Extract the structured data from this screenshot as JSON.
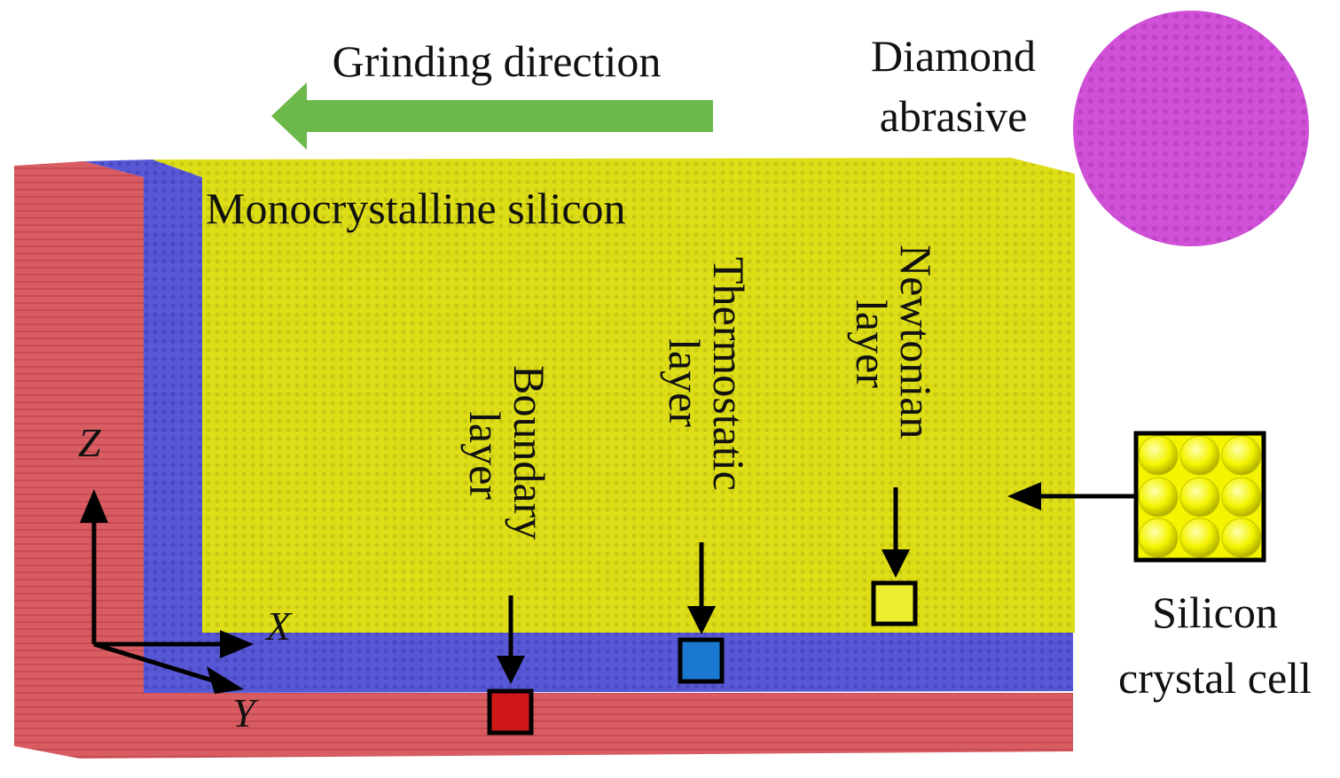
{
  "title": "",
  "labels": {
    "grinding_direction": "Grinding direction",
    "diamond_abrasive_line1": "Diamond",
    "diamond_abrasive_line2": "abrasive",
    "workpiece": "Monocrystalline silicon",
    "newtonian_line1": "Newtonian",
    "newtonian_line2": "layer",
    "thermostatic_line1": "Thermostatic",
    "thermostatic_line2": "layer",
    "boundary_line1": "Boundary",
    "boundary_line2": "layer",
    "silicon_cell_line1": "Silicon",
    "silicon_cell_line2": "crystal cell"
  },
  "axes": {
    "z": "Z",
    "x": "X",
    "y": "Y"
  },
  "colors": {
    "newtonian": "#dede17",
    "thermostatic": "#5858d6",
    "boundary": "#d85c62",
    "diamond": "#d050d8",
    "arrow_green": "#6cb84a",
    "cell_atom": "#f4f400",
    "thermostatic_marker": "#1a78d0",
    "boundary_marker": "#d01818",
    "newtonian_marker": "#ecec30"
  }
}
